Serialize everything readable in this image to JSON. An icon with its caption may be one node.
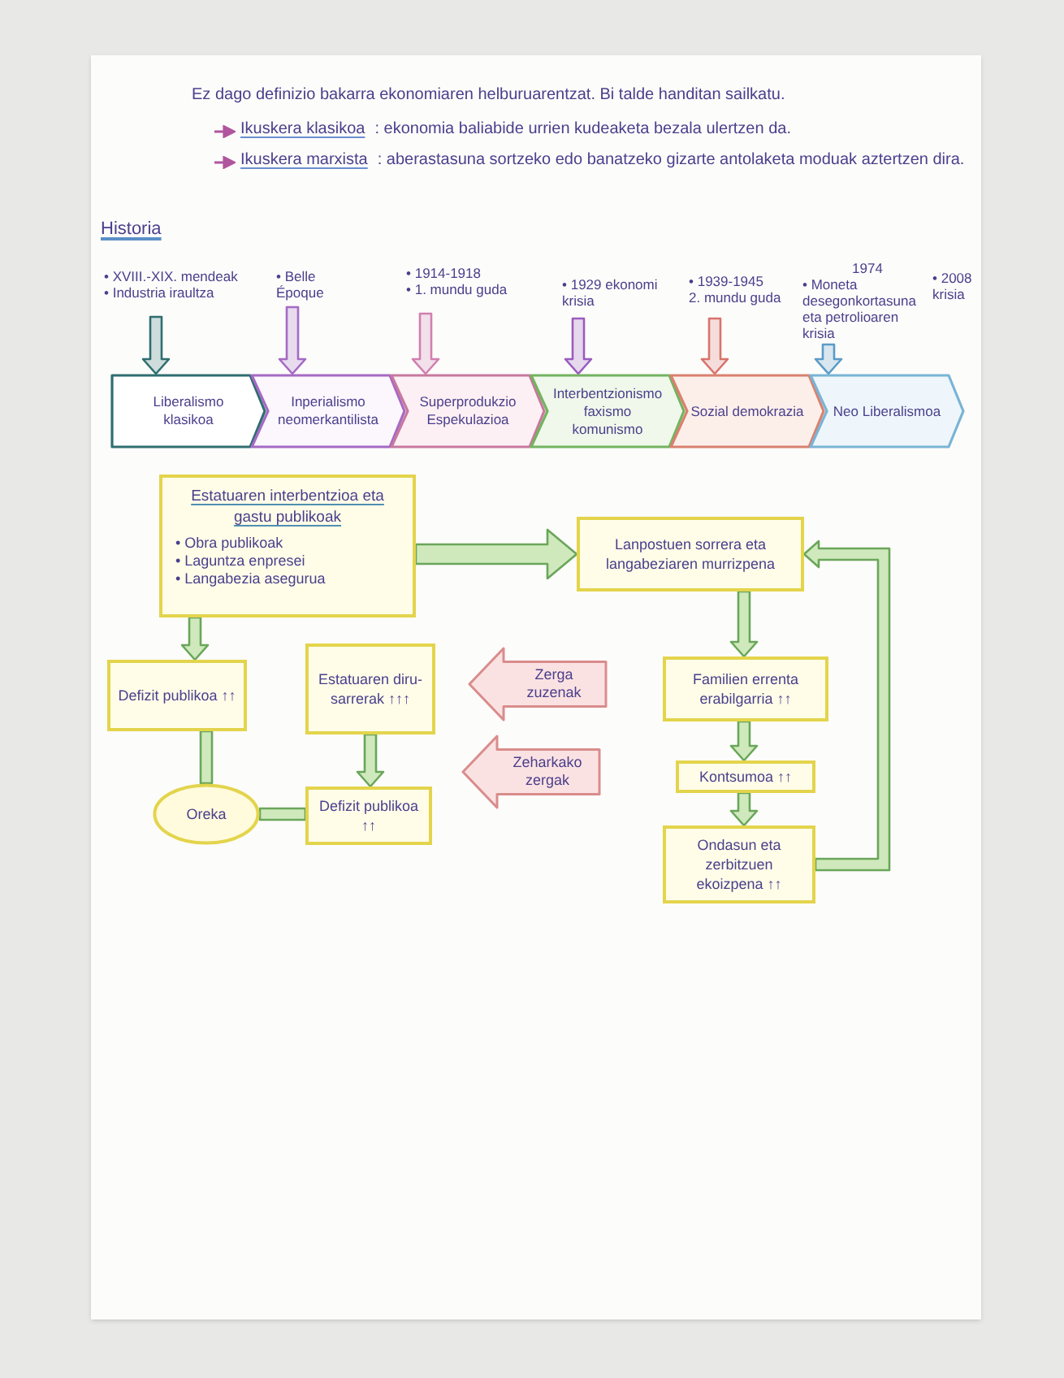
{
  "diagram": {
    "nodes": [
      {
        "text": [
          "• XVIII.-XIX. mendeak",
          "• Industria iraultza"
        ]
      },
      {
        "text": [
          "• Belle Époque"
        ]
      },
      {
        "text": [
          "• 1914-1918",
          "• 1. mundu guda"
        ]
      },
      {
        "text": [
          "• 1929 ekonomi krisia"
        ]
      },
      {
        "text": [
          "• 1939-1945",
          "2. mundu guda"
        ]
      },
      {
        "text": [
          "1974",
          "• Moneta desegonkortasuna eta petrolioaren krisia"
        ]
      },
      {
        "text": [
          "Liberalismo klasikoa"
        ]
      },
      {
        "text": [
          "Inperialismo neomerkantilista"
        ]
      },
      {
        "text": [
          "Superprodukzio Espekulazioa"
        ]
      },
      {
        "text": [
          "Interbentzionismo faxismo komunismo"
        ]
      },
      {
        "text": [
          "Sozial demokrazia"
        ]
      },
      {
        "text": [
          "Neo Liberalismoa"
        ]
      },
      {
        "text": [
          "Estatuaren interbentzioa eta gastu publikoak",
          "• Obra publikoak",
          "• Laguntza enpresei",
          "• Langabezia asegurua"
        ]
      },
      {
        "text": [
          "Lanpostuen sorrera eta langabeziaren murrizpena"
        ]
      },
      {
        "text": [
          "Defizit publikoa ↑↑"
        ]
      },
      {
        "text": [
          "Estatuaren diru-sarrerak ↑↑↑"
        ]
      },
      {
        "text": [
          "Zerga zuzenak"
        ]
      },
      {
        "text": [
          "Familien errenta erabilgarria ↑↑"
        ]
      },
      {
        "text": [
          "Zeharkako zergak"
        ]
      },
      {
        "text": [
          "Kontsumoa ↑↑"
        ]
      },
      {
        "text": [
          "Oreka"
        ]
      },
      {
        "text": [
          "Defizit publikoa ↑↑"
        ]
      },
      {
        "text": [
          "Ondasun eta zerbitzuen ekoizpena ↑↑"
        ]
      }
    ],
    "edges": [
      {
        "from": 0,
        "to": 6,
        "arrow": "to",
        "color": "#2f6e70"
      },
      {
        "from": 1,
        "to": 7,
        "arrow": "to",
        "color": "#a46ac4"
      },
      {
        "from": 2,
        "to": 8,
        "arrow": "to",
        "color": "#d27fb0"
      },
      {
        "from": 3,
        "to": 9,
        "arrow": "to",
        "color": "#9a5cc0"
      },
      {
        "from": 4,
        "to": 10,
        "arrow": "to",
        "color": "#d9736b"
      },
      {
        "from": 5,
        "to": 11,
        "arrow": "to",
        "color": "#5b9bc7"
      },
      {
        "from": 12,
        "to": 13,
        "arrow": "to",
        "style": "thick"
      },
      {
        "from": 12,
        "to": 14,
        "arrow": "to"
      },
      {
        "from": 15,
        "to": 21,
        "arrow": "to"
      },
      {
        "from": 13,
        "to": 17,
        "arrow": "to"
      },
      {
        "from": 17,
        "to": 19,
        "arrow": "to"
      },
      {
        "from": 19,
        "to": 22,
        "arrow": "to"
      },
      {
        "from": 22,
        "to": 13,
        "arrow": "to"
      },
      {
        "from": 14,
        "to": 20,
        "arrow": "none"
      },
      {
        "from": 20,
        "to": 21,
        "arrow": "none"
      }
    ],
    "labels": [
      "Ez dago definizio bakarra ekonomiaren helburuarentzat. Bi talde handitan sailkatu.",
      "Ikuskera klasikoa",
      ": ekonomia baliabide urrien kudeaketa bezala ulertzen da.",
      "Ikuskera marxista",
      ": aberastasuna sortzeko edo banatzeko gizarte antolaketa moduak aztertzen dira.",
      "Historia",
      "• 2008 krisia"
    ]
  }
}
